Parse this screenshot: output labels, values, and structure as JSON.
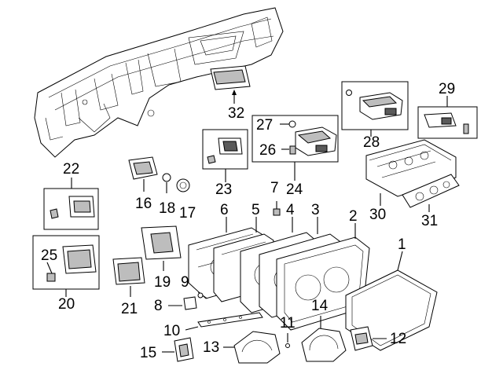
{
  "diagram": {
    "callouts": [
      {
        "id": "c1",
        "label": "1"
      },
      {
        "id": "c2",
        "label": "2"
      },
      {
        "id": "c3",
        "label": "3"
      },
      {
        "id": "c4",
        "label": "4"
      },
      {
        "id": "c5",
        "label": "5"
      },
      {
        "id": "c6",
        "label": "6"
      },
      {
        "id": "c7",
        "label": "7"
      },
      {
        "id": "c8",
        "label": "8"
      },
      {
        "id": "c9",
        "label": "9"
      },
      {
        "id": "c10",
        "label": "10"
      },
      {
        "id": "c11",
        "label": "11"
      },
      {
        "id": "c12",
        "label": "12"
      },
      {
        "id": "c13",
        "label": "13"
      },
      {
        "id": "c14",
        "label": "14"
      },
      {
        "id": "c15",
        "label": "15"
      },
      {
        "id": "c16",
        "label": "16"
      },
      {
        "id": "c17",
        "label": "17"
      },
      {
        "id": "c18",
        "label": "18"
      },
      {
        "id": "c19",
        "label": "19"
      },
      {
        "id": "c20",
        "label": "20"
      },
      {
        "id": "c21",
        "label": "21"
      },
      {
        "id": "c22",
        "label": "22"
      },
      {
        "id": "c23",
        "label": "23"
      },
      {
        "id": "c24",
        "label": "24"
      },
      {
        "id": "c25",
        "label": "25"
      },
      {
        "id": "c26",
        "label": "26"
      },
      {
        "id": "c27",
        "label": "27"
      },
      {
        "id": "c28",
        "label": "28"
      },
      {
        "id": "c29",
        "label": "29"
      },
      {
        "id": "c30",
        "label": "30"
      },
      {
        "id": "c31",
        "label": "31"
      },
      {
        "id": "c32",
        "label": "32"
      }
    ]
  }
}
